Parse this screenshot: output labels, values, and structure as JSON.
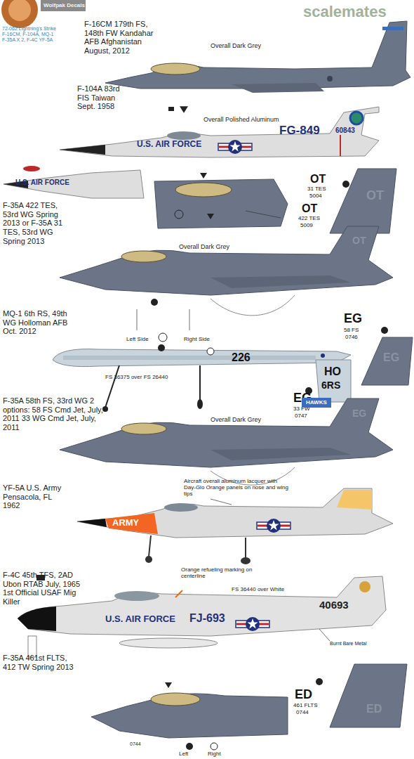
{
  "diagram": {
    "nodes": [
      {
        "text": [
          "HAWKS"
        ]
      }
    ],
    "labels": [
      "Wolfpak Decals",
      "72-062 Lightning's Strike F-16CM, F-104A, MQ-1 F-35A X 2, F-4C YF-5A",
      "scalemates",
      "F-16CM 179th FS, 148th FW Kandahar AFB Afghanistan August, 2012",
      "Overall Dark Grey",
      "F-104A 83rd FIS Taiwan Sept. 1958",
      "Overall Polished Aluminum",
      "U.S. AIR FORCE",
      "FG-849",
      "60843",
      "U.S. AIR FORCE",
      "F-35A 422 TES, 53rd WG Spring 2013 or F-35A 31 TES, 53rd WG Spring 2013",
      "Overall Dark Grey",
      "OT",
      "422 TES",
      "5009",
      "OT",
      "31 TES",
      "5004",
      "OT",
      "OT",
      "MQ-1 6th RS, 49th WG Holloman AFB Oct. 2012",
      "Left Side",
      "Right Side",
      "226",
      "HO",
      "6RS",
      "FS 36375 over FS 26440",
      "EG",
      "58 FS",
      "0746",
      "EG",
      "F-35A 58th FS, 33rd WG 2 options: 58 FS Cmd Jet, July, 2011 33 WG Cmd Jet, July, 2011",
      "Overall Dark Grey",
      "EG",
      "33 FW",
      "0747",
      "EG",
      "YF-5A U.S. Army Pensacola, FL 1962",
      "Aircraft overall aluminum lacquer with Day-Glo Orange panels on nose and wing tips",
      "ARMY",
      "F-4C 45th TFS, 2AD Ubon RTAB July, 1965 1st Official USAF Mig Killer",
      "Orange refueling marking on centerline",
      "FS 36440 over White",
      "40693",
      "U.S. AIR FORCE",
      "FJ-693",
      "Burnt Bare Metal",
      "F-35A 461st FLTS, 412 TW Spring 2013",
      "ED",
      "461 FLTS",
      "0744",
      "ED",
      "0744",
      "Left",
      "Right"
    ]
  }
}
